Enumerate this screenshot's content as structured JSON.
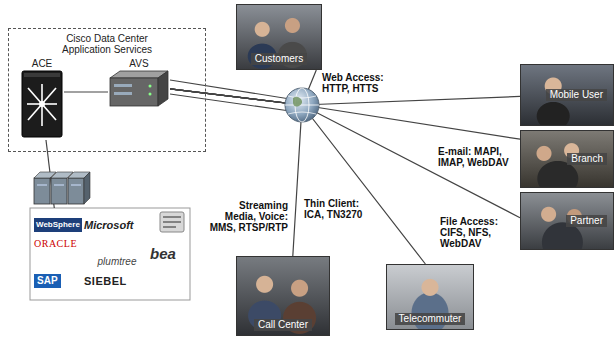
{
  "diagram": {
    "nodes": [
      {
        "text": [
          "Cisco Data Center Application Services"
        ]
      },
      {
        "text": [
          "ACE"
        ],
        "in": 0
      },
      {
        "text": [
          "AVS"
        ],
        "in": 0
      },
      {
        "text": [
          "WebSphere",
          "Microsoft",
          "ORACLE",
          "plumtree",
          "bea",
          "SAP",
          "SIEBEL"
        ]
      },
      {
        "text": [
          "Customers"
        ]
      },
      {
        "text": [
          "Mobile User"
        ]
      },
      {
        "text": [
          "Branch"
        ]
      },
      {
        "text": [
          "Partner"
        ]
      },
      {
        "text": [
          "Call Center"
        ]
      },
      {
        "text": [
          "Telecommuter"
        ]
      }
    ],
    "edges": [
      {
        "from": 1,
        "to": 2,
        "arrow": "none"
      },
      {
        "from": 1,
        "to": 3,
        "arrow": "none"
      },
      {
        "from": 2,
        "to": 4,
        "arrow": "none"
      },
      {
        "from": 2,
        "to": 5,
        "arrow": "none"
      },
      {
        "from": 2,
        "to": 6,
        "arrow": "none"
      },
      {
        "from": 2,
        "to": 7,
        "arrow": "none"
      },
      {
        "from": 2,
        "to": 8,
        "arrow": "none"
      },
      {
        "from": 2,
        "to": 9,
        "arrow": "none"
      }
    ],
    "labels": [
      "Web Access: HTTP, HTTS",
      "E-mail: MAPI, IMAP, WebDAV",
      "File Access: CIFS, NFS, WebDAV",
      "Streaming Media, Voice: MMS, RTSP/RTP",
      "Thin Client: ICA, TN3270"
    ]
  }
}
